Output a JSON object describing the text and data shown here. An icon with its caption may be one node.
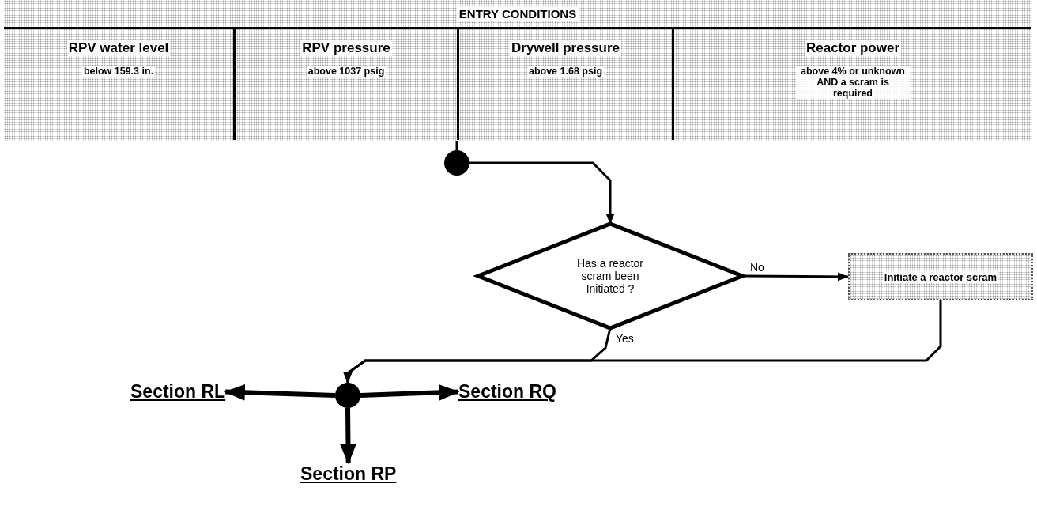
{
  "diagram": {
    "nodes": [
      {
        "text": [
          "ENTRY CONDITIONS"
        ]
      },
      {
        "text": [
          "RPV water level",
          "below 159.3 in."
        ],
        "in": 0
      },
      {
        "text": [
          "RPV pressure",
          "above 1037 psig"
        ],
        "in": 0
      },
      {
        "text": [
          "Drywell pressure",
          "above 1.68 psig"
        ],
        "in": 0
      },
      {
        "text": [
          "Reactor power",
          "above 4% or unknown AND a scram is required"
        ],
        "in": 0
      },
      {
        "text": [],
        "shape": "circle"
      },
      {
        "text": [
          "Has a reactor scram been Initiated ?"
        ]
      },
      {
        "text": [
          "Initiate a reactor scram"
        ]
      },
      {
        "text": [],
        "shape": "circle"
      },
      {
        "text": [
          "Section RL"
        ]
      },
      {
        "text": [
          "Section RQ"
        ]
      },
      {
        "text": [
          "Section RP"
        ]
      }
    ],
    "edges": [
      {
        "from": 0,
        "to": 5,
        "arrow": "none"
      },
      {
        "from": 5,
        "to": 6,
        "arrow": "to"
      },
      {
        "from": 6,
        "to": 7,
        "arrow": "to",
        "label": "No"
      },
      {
        "from": 6,
        "to": 8,
        "arrow": "to",
        "label": "Yes"
      },
      {
        "from": 7,
        "to": 8,
        "arrow": "to"
      },
      {
        "from": 8,
        "to": 9,
        "arrow": "to",
        "style": "thick"
      },
      {
        "from": 8,
        "to": 10,
        "arrow": "to",
        "style": "thick"
      },
      {
        "from": 8,
        "to": 11,
        "arrow": "to",
        "style": "thick"
      }
    ]
  }
}
